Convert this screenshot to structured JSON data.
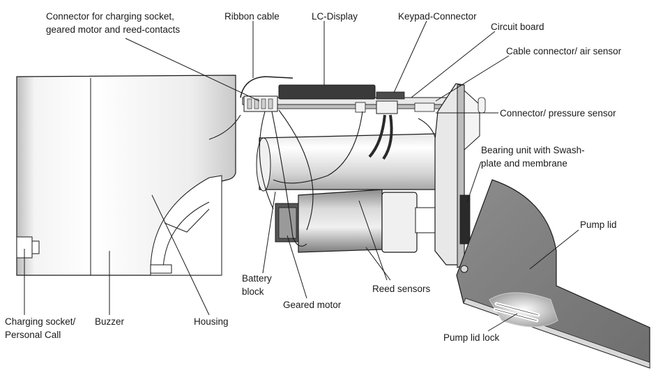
{
  "labels": {
    "connector_charging": "Connector for charging socket,\ngeared motor and reed-contacts",
    "ribbon_cable": "Ribbon cable",
    "lc_display": "LC-Display",
    "keypad_connector": "Keypad-Connector",
    "circuit_board": "Circuit board",
    "cable_air": "Cable connector/ air sensor",
    "connector_pressure": "Connector/ pressure sensor",
    "bearing_unit": "Bearing unit with Swash-\nplate and membrane",
    "pump_lid": "Pump lid",
    "battery_block": "Battery\nblock",
    "geared_motor": "Geared motor",
    "reed_sensors": "Reed sensors",
    "pump_lid_lock": "Pump lid lock",
    "charging_socket": "Charging socket/\nPersonal Call",
    "buzzer": "Buzzer",
    "housing": "Housing"
  },
  "colors": {
    "line": "#1a1a1a",
    "body_light": "#f2f2f2",
    "body_mid": "#cfcfcf",
    "body_dark": "#6f6f6f",
    "display_dark": "#3a3a3a",
    "lid_grey": "#7a7a7a"
  }
}
